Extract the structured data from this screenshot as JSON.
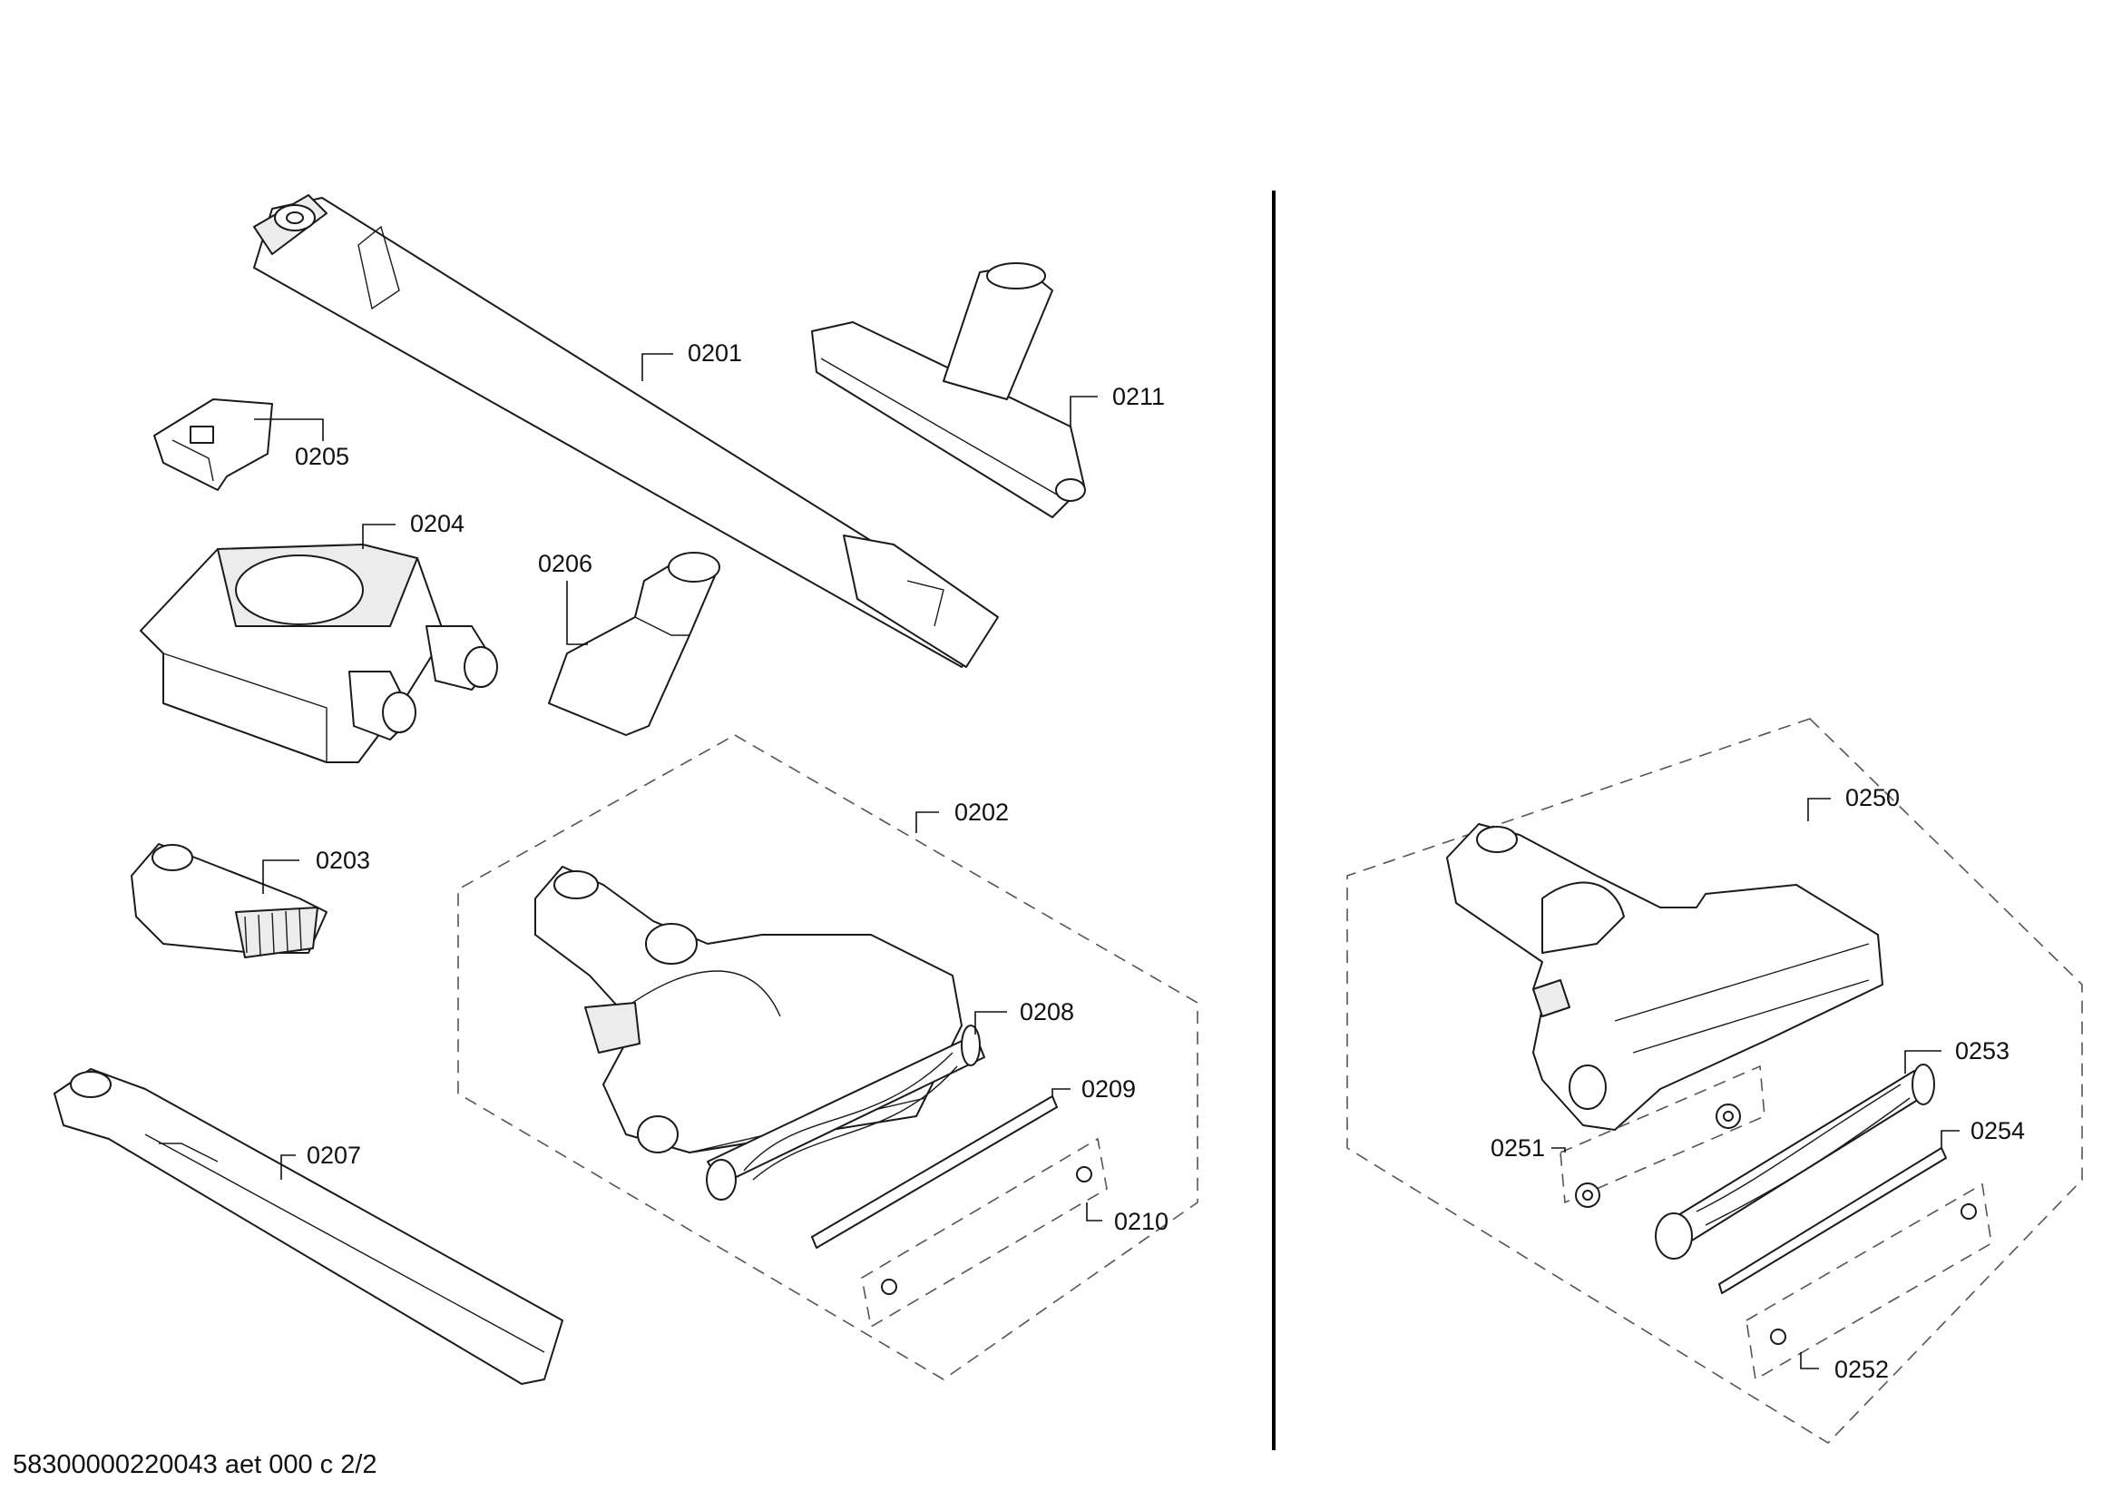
{
  "labels": {
    "p0201": "0201",
    "p0202": "0202",
    "p0203": "0203",
    "p0204": "0204",
    "p0205": "0205",
    "p0206": "0206",
    "p0207": "0207",
    "p0208": "0208",
    "p0209": "0209",
    "p0210": "0210",
    "p0211": "0211",
    "p0250": "0250",
    "p0251": "0251",
    "p0252": "0252",
    "p0253": "0253",
    "p0254": "0254"
  },
  "footer": {
    "document_ref": "58300000220043 aet 000 c 2/2"
  }
}
